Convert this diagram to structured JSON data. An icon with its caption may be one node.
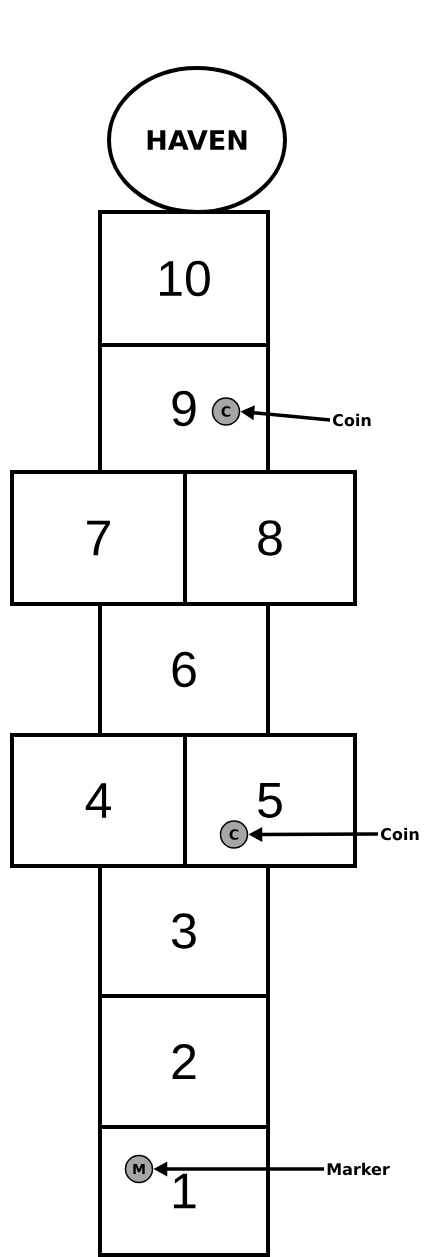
{
  "diagram": {
    "nodes": [
      {
        "text": [
          "HAVEN"
        ]
      },
      {
        "text": [
          "10"
        ]
      },
      {
        "text": [
          "9"
        ]
      },
      {
        "text": [
          "C"
        ],
        "in": 2
      },
      {
        "text": [
          "7"
        ]
      },
      {
        "text": [
          "8"
        ]
      },
      {
        "text": [
          "6"
        ]
      },
      {
        "text": [
          "4"
        ]
      },
      {
        "text": [
          "5"
        ]
      },
      {
        "text": [
          "C"
        ],
        "in": 8
      },
      {
        "text": [
          "3"
        ]
      },
      {
        "text": [
          "2"
        ]
      },
      {
        "text": [
          "1"
        ]
      },
      {
        "text": [
          "M"
        ],
        "in": 12
      },
      {
        "text": [
          "Coin"
        ]
      },
      {
        "text": [
          "Coin"
        ]
      },
      {
        "text": [
          "Marker"
        ]
      }
    ],
    "edges": [
      {
        "from": 14,
        "to": 3,
        "arrow": "to"
      },
      {
        "from": 15,
        "to": 9,
        "arrow": "to"
      },
      {
        "from": 16,
        "to": 13,
        "arrow": "to"
      }
    ]
  }
}
